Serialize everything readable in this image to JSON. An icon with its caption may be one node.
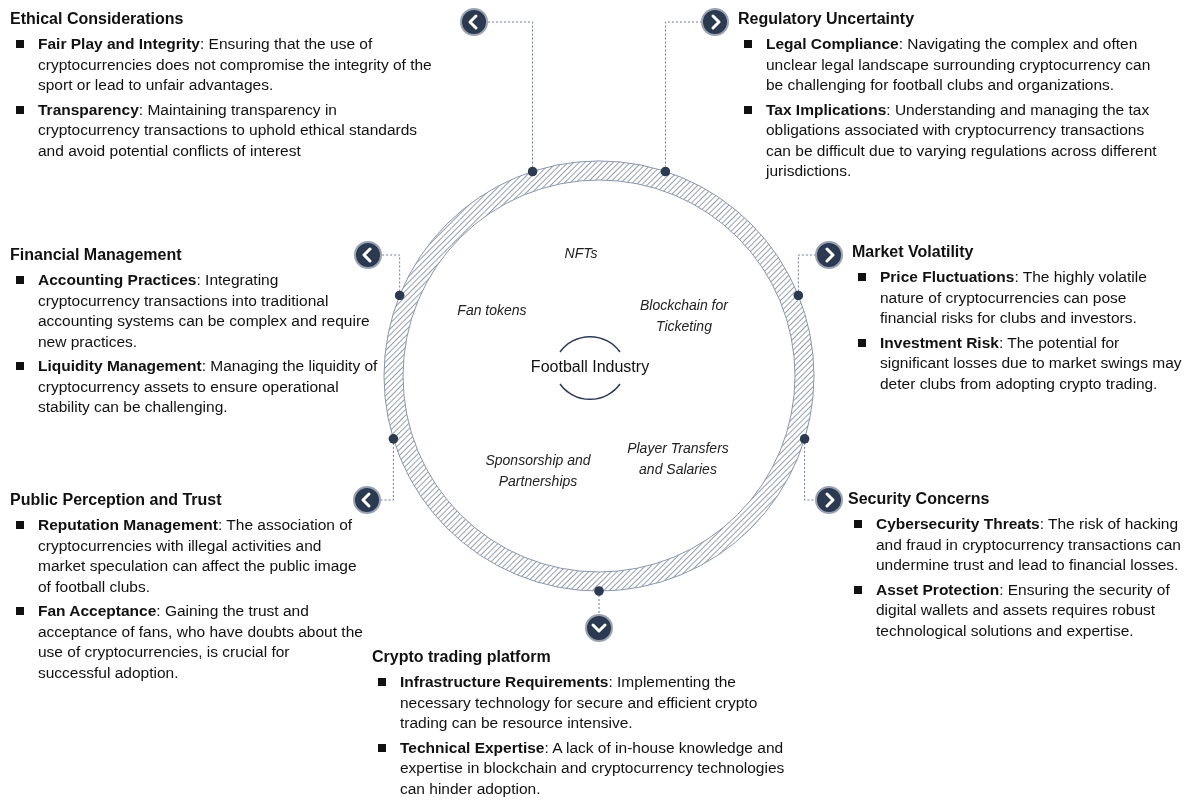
{
  "diagram": {
    "nodes": [
      {
        "text": [
          "NFTs",
          "Fan tokens",
          "Blockchain for Ticketing",
          "Sponsorship and Partnerships",
          "Player Transfers and Salaries"
        ]
      },
      {
        "text": [
          "Football Industry"
        ],
        "in": 0
      },
      {
        "text": [
          "Ethical Considerations",
          "**Fair Play and Integrity**: Ensuring that the use of cryptocurrencies does not compromise the integrity of the sport or lead to unfair advantages.",
          "**Transparency**: Maintaining transparency in cryptocurrency transactions to uphold ethical standards and avoid potential conflicts of interest"
        ]
      },
      {
        "text": [],
        "shape": "circle"
      },
      {
        "text": [],
        "shape": "circle"
      },
      {
        "text": [
          "Regulatory Uncertainty",
          "**Legal Compliance**: Navigating the complex and often unclear legal landscape surrounding cryptocurrency can be challenging for football clubs and organizations.",
          "**Tax Implications**: Understanding and managing the tax obligations associated with cryptocurrency transactions can be difficult due to varying regulations across different jurisdictions."
        ]
      },
      {
        "text": [
          "Financial Management",
          "**Accounting Practices**: Integrating cryptocurrency transactions into traditional accounting systems can be complex and require new practices.",
          "**Liquidity Management**: Managing the liquidity of cryptocurrency assets to ensure operational stability can be challenging."
        ]
      },
      {
        "text": [],
        "shape": "circle"
      },
      {
        "text": [],
        "shape": "circle"
      },
      {
        "text": [
          "Market Volatility",
          "**Price Fluctuations**: The highly volatile nature of cryptocurrencies can pose financial risks for clubs and investors.",
          "**Investment Risk**: The potential for significant losses due to market swings may deter clubs from adopting crypto trading."
        ]
      },
      {
        "text": [
          "Public Perception and Trust",
          "**Reputation Management**: The association of cryptocurrencies with illegal activities and market speculation can affect the public image of football clubs.",
          "**Fan Acceptance**: Gaining the trust and acceptance of fans, who have doubts about the use of cryptocurrencies, is crucial for successful adoption."
        ]
      },
      {
        "text": [],
        "shape": "circle"
      },
      {
        "text": [],
        "shape": "circle"
      },
      {
        "text": [
          "Security Concerns",
          "**Cybersecurity Threats**: The risk of hacking and fraud in cryptocurrency transactions can undermine trust and lead to financial losses.",
          "**Asset Protection**: Ensuring the security of digital wallets and assets requires robust technological solutions and expertise."
        ]
      },
      {
        "text": [],
        "shape": "circle"
      },
      {
        "text": [
          "Crypto trading platform",
          "**Infrastructure Requirements**: Implementing the necessary technology for secure and efficient crypto trading can be resource intensive.",
          "**Technical Expertise**: A lack of in-house knowledge and expertise in blockchain and cryptocurrency technologies can hinder adoption."
        ]
      }
    ],
    "edges": [
      {
        "from": 0,
        "to": 3,
        "arrow": "other",
        "style": "dashed"
      },
      {
        "from": 0,
        "to": 4,
        "arrow": "other",
        "style": "dashed"
      },
      {
        "from": 0,
        "to": 7,
        "arrow": "other",
        "style": "dashed"
      },
      {
        "from": 0,
        "to": 8,
        "arrow": "other",
        "style": "dashed"
      },
      {
        "from": 0,
        "to": 11,
        "arrow": "other",
        "style": "dashed"
      },
      {
        "from": 0,
        "to": 12,
        "arrow": "other",
        "style": "dashed"
      },
      {
        "from": 0,
        "to": 14,
        "arrow": "other",
        "style": "dashed"
      }
    ]
  }
}
